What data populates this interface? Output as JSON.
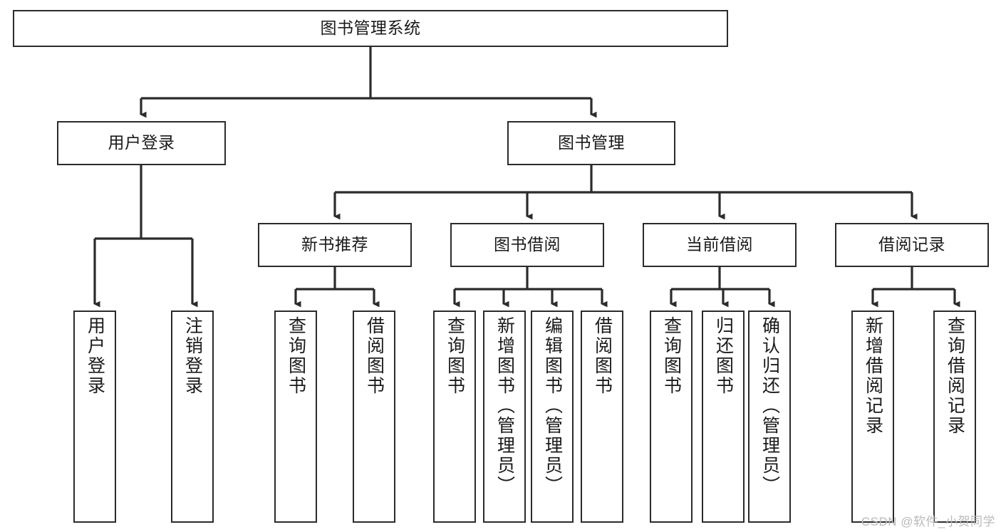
{
  "diagram": {
    "title": "图书管理系统",
    "type": "tree-hierarchy-chart",
    "watermark": "CSDN @软件_小贺同学",
    "colors": {
      "border": "#2b2b2b",
      "background": "#ffffff",
      "text": "#1a1a1a",
      "watermark": "#b9b9b9"
    },
    "root": {
      "label": "图书管理系统"
    },
    "branches": [
      {
        "label": "用户登录",
        "children": [
          {
            "label": "用户登录"
          },
          {
            "label": "注销登录"
          }
        ]
      },
      {
        "label": "图书管理",
        "groups": [
          {
            "label": "新书推荐",
            "children": [
              {
                "label": "查询图书"
              },
              {
                "label": "借阅图书"
              }
            ]
          },
          {
            "label": "图书借阅",
            "children": [
              {
                "label": "查询图书"
              },
              {
                "label": "新增图书（管理员）"
              },
              {
                "label": "编辑图书（管理员）"
              },
              {
                "label": "借阅图书"
              }
            ]
          },
          {
            "label": "当前借阅",
            "children": [
              {
                "label": "查询图书"
              },
              {
                "label": "归还图书"
              },
              {
                "label": "确认归还（管理员）"
              }
            ]
          },
          {
            "label": "借阅记录",
            "children": [
              {
                "label": "新增借阅记录"
              },
              {
                "label": "查询借阅记录"
              }
            ]
          }
        ]
      }
    ]
  }
}
